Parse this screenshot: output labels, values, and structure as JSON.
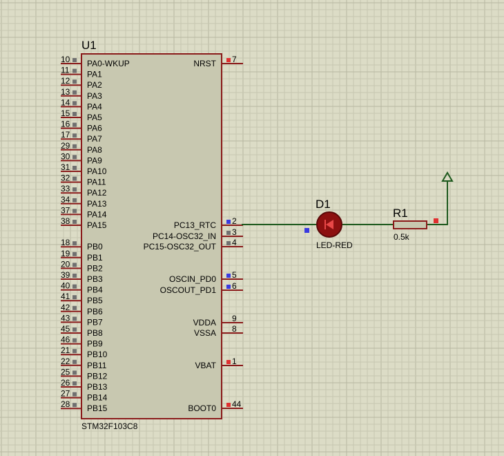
{
  "colors": {
    "background": "#dcdcc6",
    "grid_minor": "#c6c6b0",
    "grid_major": "#b6b6a0",
    "chip_body": "#c8c8b0",
    "outline": "#8a1a1a",
    "wire": "#1e5a1e",
    "pin_red": "#e03030",
    "pin_blue": "#3a3ae0",
    "pin_gray": "#707070",
    "led_fill": "#8c1010",
    "text": "#000000"
  },
  "chip": {
    "ref": "U1",
    "part": "STM32F103C8",
    "left_pins": [
      {
        "num": "10",
        "name": "PA0-WKUP"
      },
      {
        "num": "11",
        "name": "PA1"
      },
      {
        "num": "12",
        "name": "PA2"
      },
      {
        "num": "13",
        "name": "PA3"
      },
      {
        "num": "14",
        "name": "PA4"
      },
      {
        "num": "15",
        "name": "PA5"
      },
      {
        "num": "16",
        "name": "PA6"
      },
      {
        "num": "17",
        "name": "PA7"
      },
      {
        "num": "29",
        "name": "PA8"
      },
      {
        "num": "30",
        "name": "PA9"
      },
      {
        "num": "31",
        "name": "PA10"
      },
      {
        "num": "32",
        "name": "PA11"
      },
      {
        "num": "33",
        "name": "PA12"
      },
      {
        "num": "34",
        "name": "PA13"
      },
      {
        "num": "37",
        "name": "PA14"
      },
      {
        "num": "38",
        "name": "PA15"
      },
      {
        "num": "18",
        "name": "PB0"
      },
      {
        "num": "19",
        "name": "PB1"
      },
      {
        "num": "20",
        "name": "PB2"
      },
      {
        "num": "39",
        "name": "PB3"
      },
      {
        "num": "40",
        "name": "PB4"
      },
      {
        "num": "41",
        "name": "PB5"
      },
      {
        "num": "42",
        "name": "PB6"
      },
      {
        "num": "43",
        "name": "PB7"
      },
      {
        "num": "45",
        "name": "PB8"
      },
      {
        "num": "46",
        "name": "PB9"
      },
      {
        "num": "21",
        "name": "PB10"
      },
      {
        "num": "22",
        "name": "PB11"
      },
      {
        "num": "25",
        "name": "PB12"
      },
      {
        "num": "26",
        "name": "PB13"
      },
      {
        "num": "27",
        "name": "PB14"
      },
      {
        "num": "28",
        "name": "PB15"
      }
    ],
    "right_pins": [
      {
        "num": "7",
        "name": "NRST",
        "state": "red"
      },
      {
        "num": "2",
        "name": "PC13_RTC",
        "state": "blue"
      },
      {
        "num": "3",
        "name": "PC14-OSC32_IN",
        "state": "gray"
      },
      {
        "num": "4",
        "name": "PC15-OSC32_OUT",
        "state": "gray"
      },
      {
        "num": "5",
        "name": "OSCIN_PD0",
        "state": "blue"
      },
      {
        "num": "6",
        "name": "OSCOUT_PD1",
        "state": "blue"
      },
      {
        "num": "9",
        "name": "VDDA",
        "state": "none"
      },
      {
        "num": "8",
        "name": "VSSA",
        "state": "none"
      },
      {
        "num": "1",
        "name": "VBAT",
        "state": "red"
      },
      {
        "num": "44",
        "name": "BOOT0",
        "state": "red"
      }
    ]
  },
  "led": {
    "ref": "D1",
    "value": "LED-RED"
  },
  "resistor": {
    "ref": "R1",
    "value": "0.5k"
  }
}
